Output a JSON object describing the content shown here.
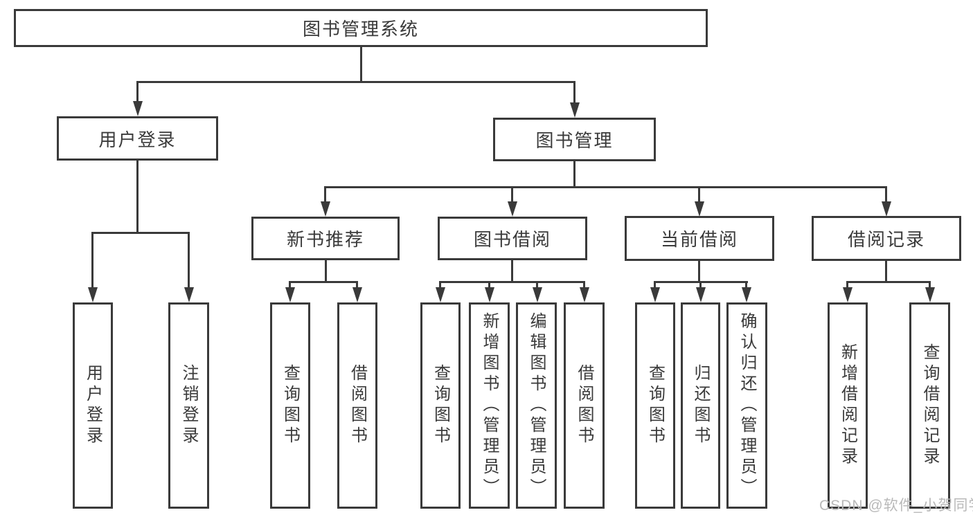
{
  "colors": {
    "line": "#3a3a3a",
    "box_border": "#3a3a3a",
    "box_background": "#ffffff",
    "text": "#3a3a3a",
    "watermark": "#b9b9b9",
    "page_background": "#ffffff"
  },
  "nodes": {
    "system": {
      "label": "图书管理系统"
    },
    "user_login": {
      "label": "用户登录"
    },
    "book_mgmt": {
      "label": "图书管理"
    },
    "login_action": {
      "label": "用户登录"
    },
    "logout_action": {
      "label": "注销登录"
    },
    "new_book_rec": {
      "label": "新书推荐"
    },
    "book_borrow": {
      "label": "图书借阅"
    },
    "current_borrow": {
      "label": "当前借阅"
    },
    "borrow_records": {
      "label": "借阅记录"
    },
    "rec_query_books": {
      "label": "查询图书"
    },
    "rec_borrow_books": {
      "label": "借阅图书"
    },
    "bb_query_books": {
      "label": "查询图书"
    },
    "bb_add_books": {
      "label": "新增图书（管理员）"
    },
    "bb_edit_books": {
      "label": "编辑图书（管理员）"
    },
    "bb_borrow_books": {
      "label": "借阅图书"
    },
    "cb_query_books": {
      "label": "查询图书"
    },
    "cb_return_books": {
      "label": "归还图书"
    },
    "cb_confirm_return": {
      "label": "确认归还（管理员）"
    },
    "br_add_record": {
      "label": "新增借阅记录"
    },
    "br_query_record": {
      "label": "查询借阅记录"
    }
  },
  "hierarchy": {
    "图书管理系统": {
      "用户登录": [
        "用户登录",
        "注销登录"
      ],
      "图书管理": {
        "新书推荐": [
          "查询图书",
          "借阅图书"
        ],
        "图书借阅": [
          "查询图书",
          "新增图书（管理员）",
          "编辑图书（管理员）",
          "借阅图书"
        ],
        "当前借阅": [
          "查询图书",
          "归还图书",
          "确认归还（管理员）"
        ],
        "借阅记录": [
          "新增借阅记录",
          "查询借阅记录"
        ]
      }
    }
  },
  "watermark": {
    "text": "CSDN @软件_小贺同学"
  }
}
